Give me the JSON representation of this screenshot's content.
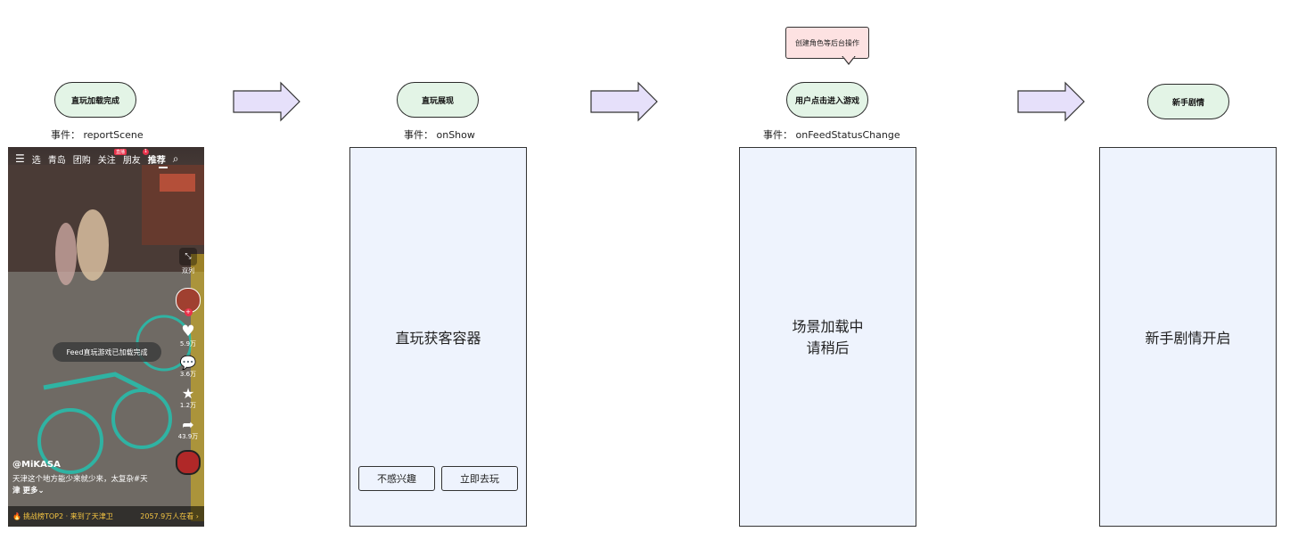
{
  "steps": [
    {
      "title": "直玩加载完成",
      "event": "事件： reportScene"
    },
    {
      "title": "直玩展现",
      "event": "事件： onShow"
    },
    {
      "title": "用户点击进入游戏",
      "event": "事件： onFeedStatusChange"
    },
    {
      "title": "新手剧情"
    }
  ],
  "callout": "创建角色等后台操作",
  "frames": {
    "container": {
      "text": "直玩获客容器",
      "buttons": [
        "不感兴趣",
        "立即去玩"
      ]
    },
    "loading": {
      "line1": "场景加载中",
      "line2": "请稍后"
    },
    "tutorial": {
      "text": "新手剧情开启"
    }
  },
  "phone": {
    "tabs": [
      "选",
      "青岛",
      "团购",
      "关注",
      "朋友",
      "推荐"
    ],
    "badge_live": "直播",
    "badge_count": "1",
    "side": {
      "fold": "双列",
      "likes": "5.9万",
      "comments": "3.6万",
      "stars": "1.2万",
      "shares": "43.9万"
    },
    "toast": "Feed直玩游戏已加载完成",
    "username": "@MiKASA",
    "desc_line1": "天津这个地方能少来就少来，太复杂#天",
    "desc_line2": "津 更多⌄",
    "bottom_left": "挑战榜TOP2 · 来到了天津卫",
    "bottom_right": "2057.9万人在看 ›"
  },
  "colors": {
    "pill_fill": "#e3f4e6",
    "frame_fill": "#eef3fd",
    "arrow_fill": "#e6e0fa",
    "callout_fill": "#fde2e2"
  }
}
